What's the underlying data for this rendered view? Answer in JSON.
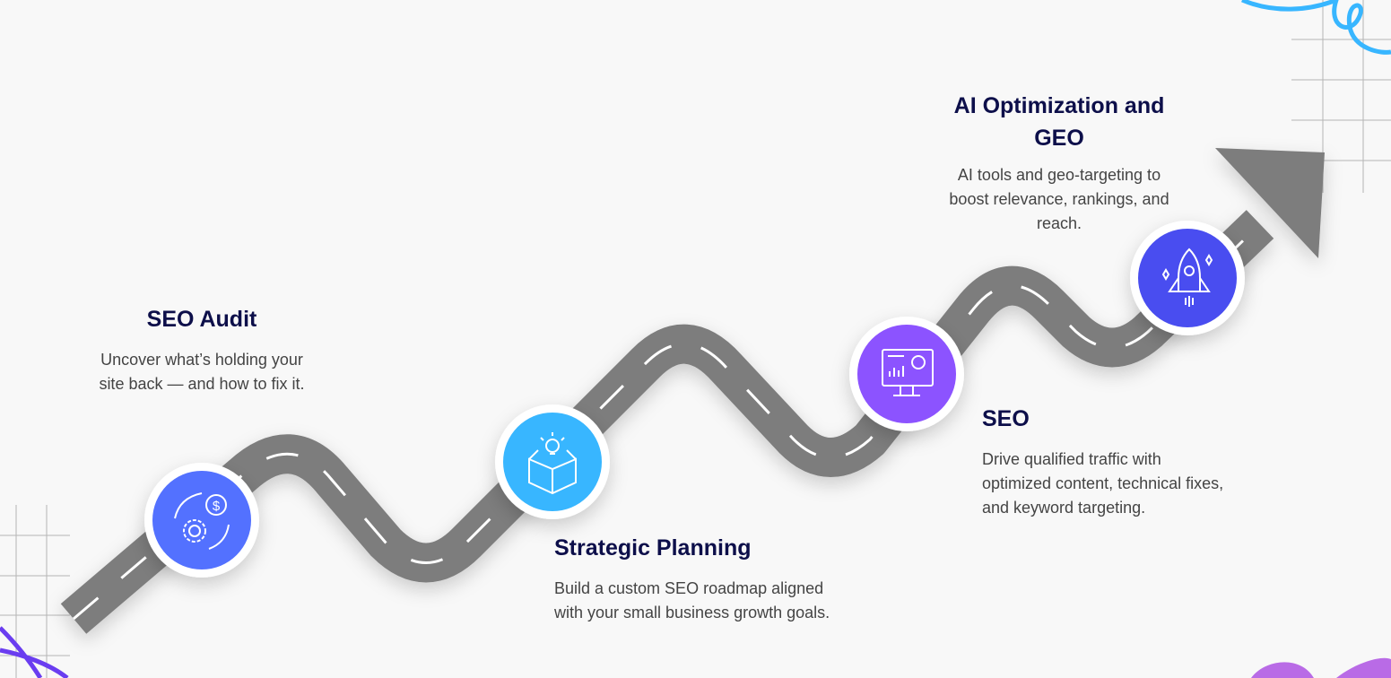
{
  "steps": [
    {
      "title": "SEO Audit",
      "description": "Uncover what’s holding your site back — and how to fix it.",
      "icon": "gear-dollar-cycle-icon",
      "color": "#5271ff"
    },
    {
      "title": "Strategic Planning",
      "description": "Build a custom SEO roadmap aligned with your small business growth goals.",
      "icon": "lightbulb-box-icon",
      "color": "#38b6ff"
    },
    {
      "title": "SEO",
      "description": "Drive qualified traffic with optimized content, technical fixes, and keyword targeting.",
      "icon": "monitor-analytics-icon",
      "color": "#8c52ff"
    },
    {
      "title": "AI Optimization and GEO",
      "description": "AI tools and geo-targeting to boost relevance, rankings, and reach.",
      "icon": "rocket-icon",
      "color": "#484ef0"
    }
  ],
  "colors": {
    "road": "#7d7d7d",
    "text_title": "#0d0f4a"
  }
}
